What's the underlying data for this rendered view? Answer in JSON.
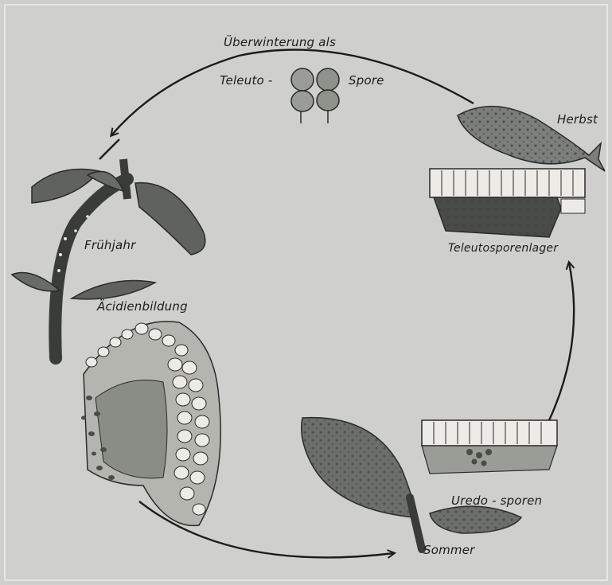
{
  "labels": {
    "overwintering": "Überwinterung als",
    "teleuto_prefix": "Teleuto -",
    "spore_word": "Spore",
    "autumn": "Herbst",
    "teleutospore_bed": "Teleutosporenlager",
    "spring": "Frühjahr",
    "aecidium_formation": "Äcidienbildung",
    "uredo_spores": "Uredo - sporen",
    "summer": "Sommer"
  },
  "colors": {
    "background": "#cfcfcb",
    "ink": "#1c1c1c",
    "leaf_dark": "#5f625d",
    "leaf_mid": "#8c8f89",
    "cell_fill": "#ecebe6"
  }
}
